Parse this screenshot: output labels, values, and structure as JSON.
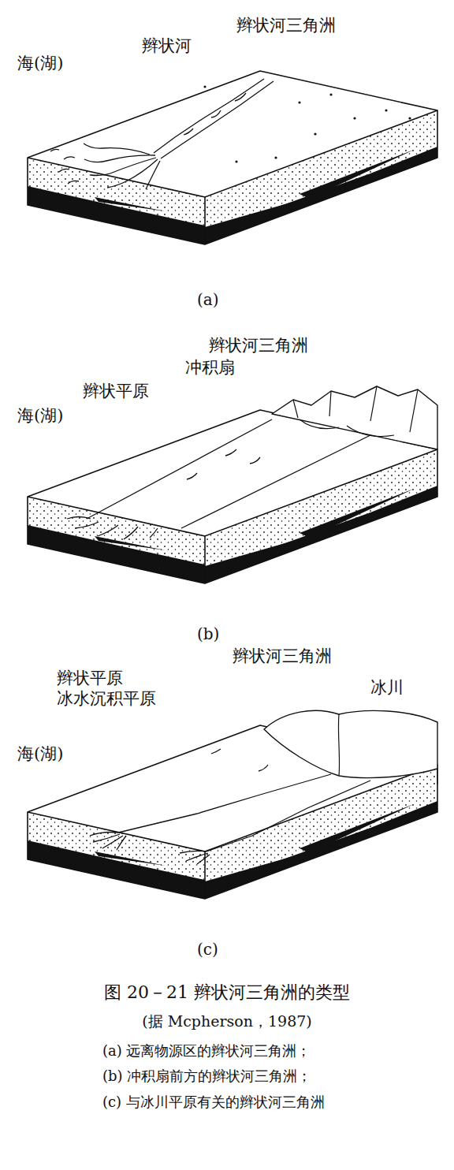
{
  "diagram": {
    "caption": "图 20－21 辫状河三角洲的类型",
    "labels": [
      "辫状河三角洲",
      "辫状河",
      "海(湖)",
      "(a)",
      "辫状河三角洲",
      "冲积扇",
      "辫状平原",
      "海(湖)",
      "(b)",
      "辫状河三角洲",
      "辫状平原",
      "冰水沉积平原",
      "冰川",
      "海(湖)",
      "(c)",
      "(据 Mcpherson，1987)",
      "(a) 远离物源区的辫状河三角洲；",
      "(b) 冲积扇前方的辫状河三角洲；",
      "(c) 与冰川平原有关的辫状河三角洲"
    ]
  }
}
